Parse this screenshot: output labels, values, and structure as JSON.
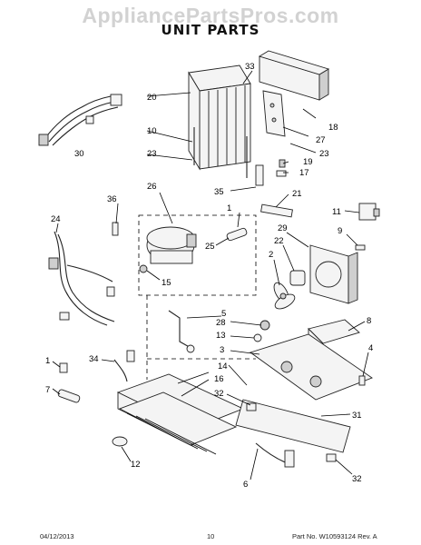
{
  "watermark": "AppliancePartsPros.com",
  "title": "UNIT PARTS",
  "footer": {
    "date": "04/12/2013",
    "page": "10",
    "part_no": "Part No. W10593124 Rev. A"
  },
  "callouts": {
    "c30": "30",
    "c20": "20",
    "c33": "33",
    "c10": "10",
    "c18": "18",
    "c27": "27",
    "c23a": "23",
    "c23b": "23",
    "c19": "19",
    "c17": "17",
    "c35": "35",
    "c21": "21",
    "c26": "26",
    "c36": "36",
    "c1a": "1",
    "c11": "11",
    "c24": "24",
    "c29": "29",
    "c9": "9",
    "c22": "22",
    "c25": "25",
    "c2": "2",
    "c15": "15",
    "c5": "5",
    "c28": "28",
    "c8": "8",
    "c13": "13",
    "c3": "3",
    "c4": "4",
    "c34": "34",
    "c1b": "1",
    "c14": "14",
    "c16": "16",
    "c7": "7",
    "c32a": "32",
    "c31": "31",
    "c12": "12",
    "c6": "6",
    "c32b": "32"
  }
}
